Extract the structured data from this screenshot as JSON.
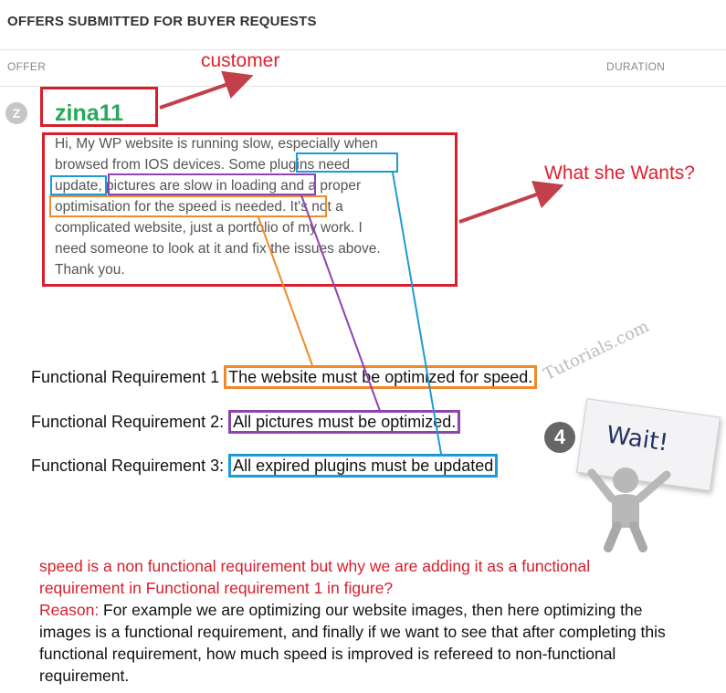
{
  "header": {
    "title": "OFFERS SUBMITTED FOR BUYER REQUESTS"
  },
  "columns": {
    "offer": "OFFER",
    "duration": "DURATION"
  },
  "offer": {
    "avatar_letter": "Z",
    "username": "zina11",
    "message_lines": [
      "Hi, My WP website is running slow, especially when",
      "browsed from IOS devices. Some plugins need",
      "update, pictures are slow in loading and a proper",
      "optimisation for the speed is needed. It's not a",
      "complicated website, just a portfolio of my work. I",
      "need someone to look at it and fix the issues above.",
      "Thank you."
    ]
  },
  "annotations": {
    "customer": "customer",
    "wants": "What she Wants?"
  },
  "requirements": [
    {
      "label": "Functional Requirement 1",
      "text": "The website must be optimized for speed."
    },
    {
      "label": "Functional Requirement 2:",
      "text": "All pictures must be optimized."
    },
    {
      "label": "Functional Requirement 3:",
      "text": "All expired plugins must be updated"
    }
  ],
  "watermark": {
    "text": "Tutorials.com",
    "circle": "4",
    "sign": "Wait!"
  },
  "note": {
    "question": "speed is a non functional requirement but why we are adding it as a functional requirement in Functional requirement 1 in figure?",
    "reason_label": "Reason:",
    "reason_text": " For example we are optimizing our website images, then here optimizing the images is a functional requirement, and finally if we want to see that after completing this functional requirement, how much speed is improved is refereed to non-functional requirement."
  },
  "colors": {
    "red": "#d81e2c",
    "orange": "#ee8a2a",
    "purple": "#8e44ad",
    "blue": "#1e9ad6",
    "green": "#27a85a"
  }
}
